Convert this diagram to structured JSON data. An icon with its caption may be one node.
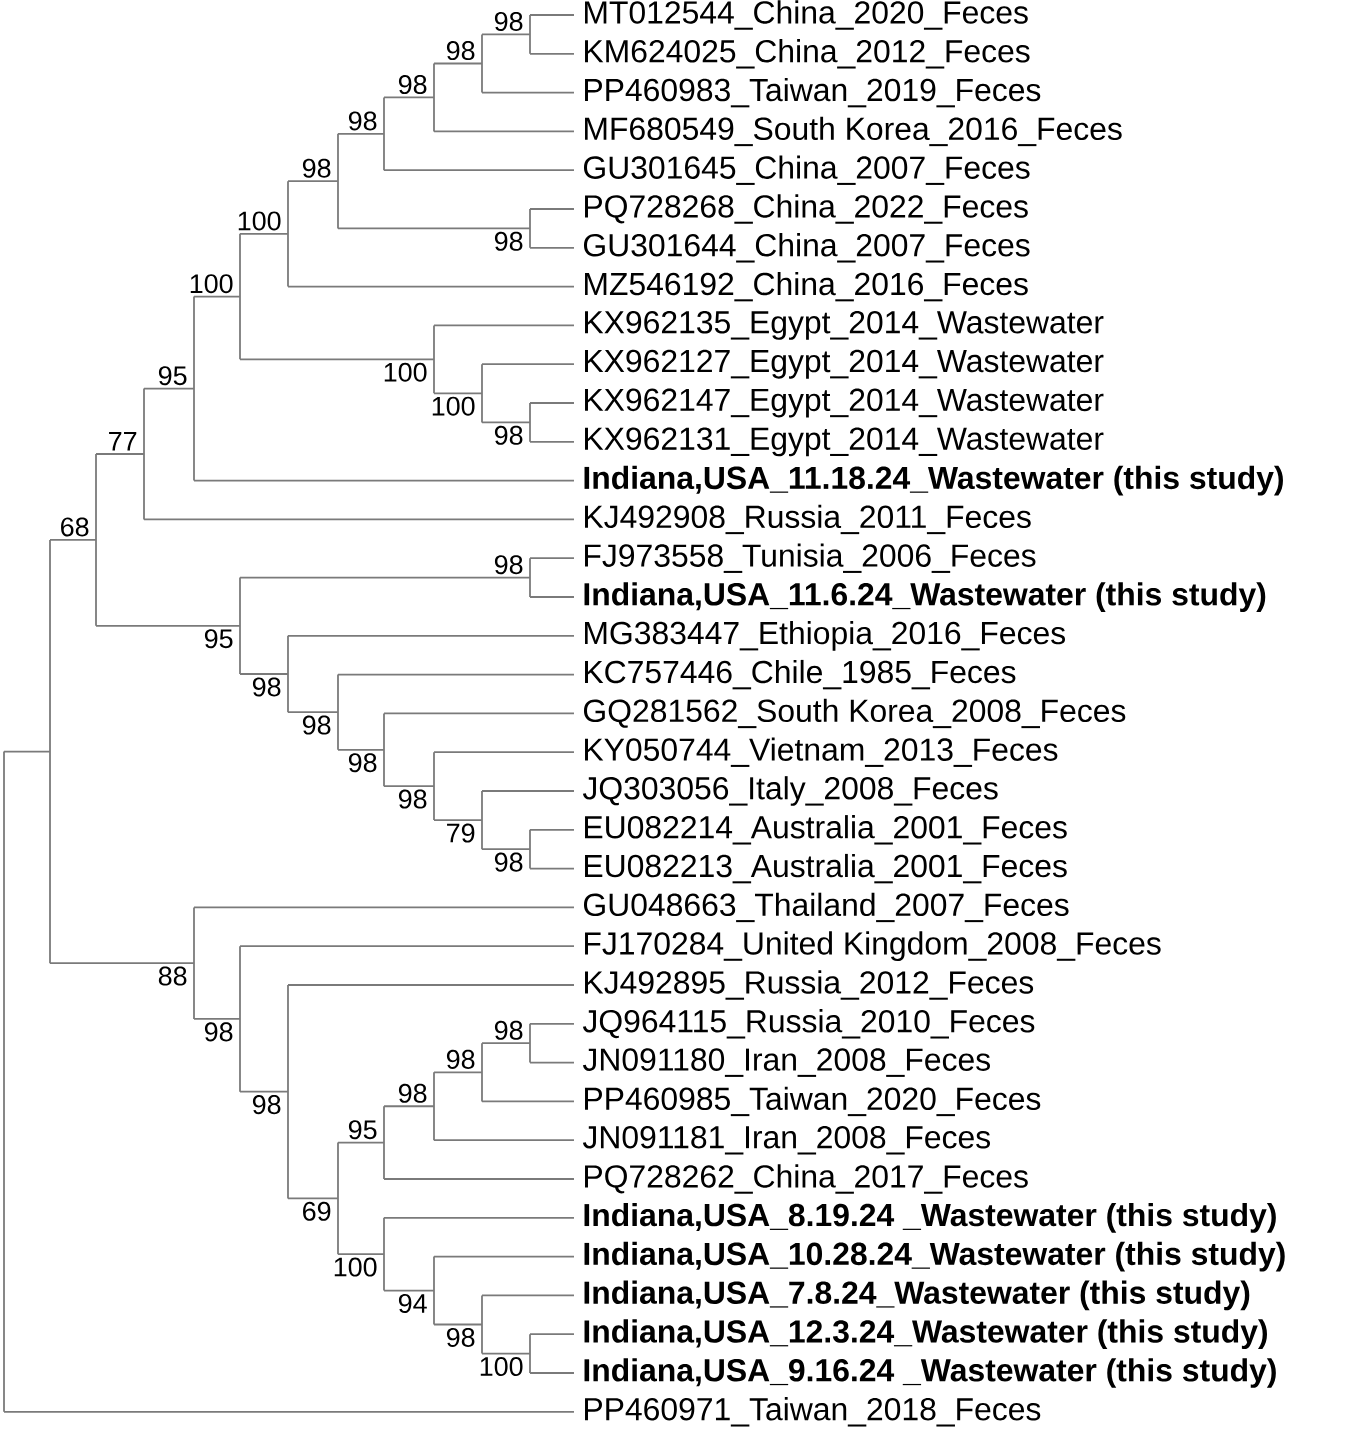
{
  "diagram": {
    "labels": [
      "MT012544_China_2020_Feces",
      "KM624025_China_2012_Feces",
      "PP460983_Taiwan_2019_Feces",
      "MF680549_South Korea_2016_Feces",
      "GU301645_China_2007_Feces",
      "PQ728268_China_2022_Feces",
      "GU301644_China_2007_Feces",
      "MZ546192_China_2016_Feces",
      "KX962135_Egypt_2014_Wastewater",
      "KX962127_Egypt_2014_Wastewater",
      "KX962147_Egypt_2014_Wastewater",
      "KX962131_Egypt_2014_Wastewater",
      "Indiana,USA_11.18.24_Wastewater (this study)",
      "KJ492908_Russia_2011_Feces",
      "FJ973558_Tunisia_2006_Feces",
      "Indiana,USA_11.6.24_Wastewater (this study)",
      "MG383447_Ethiopia_2016_Feces",
      "KC757446_Chile_1985_Feces",
      "GQ281562_South Korea_2008_Feces",
      "KY050744_Vietnam_2013_Feces",
      "JQ303056_Italy_2008_Feces",
      "EU082214_Australia_2001_Feces",
      "EU082213_Australia_2001_Feces",
      "GU048663_Thailand_2007_Feces",
      "FJ170284_United Kingdom_2008_Feces",
      "KJ492895_Russia_2012_Feces",
      "JQ964115_Russia_2010_Feces",
      "JN091180_Iran_2008_Feces",
      "PP460985_Taiwan_2020_Feces",
      "JN091181_Iran_2008_Feces",
      "PQ728262_China_2017_Feces",
      "Indiana,USA_8.19.24 _Wastewater (this study)",
      "Indiana,USA_10.28.24_Wastewater (this study)",
      "Indiana,USA_7.8.24_Wastewater (this study)",
      "Indiana,USA_12.3.24_Wastewater (this study)",
      "Indiana,USA_9.16.24 _Wastewater (this study)",
      "PP460971_Taiwan_2018_Feces",
      "98",
      "98",
      "98",
      "98",
      "98",
      "100",
      "98",
      "100",
      "95",
      "100",
      "100",
      "98",
      "77",
      "68",
      "98",
      "95",
      "98",
      "98",
      "98",
      "98",
      "79",
      "98",
      "88",
      "98",
      "98",
      "98",
      "98",
      "98",
      "95",
      "69",
      "100",
      "94",
      "98",
      "100"
    ]
  }
}
